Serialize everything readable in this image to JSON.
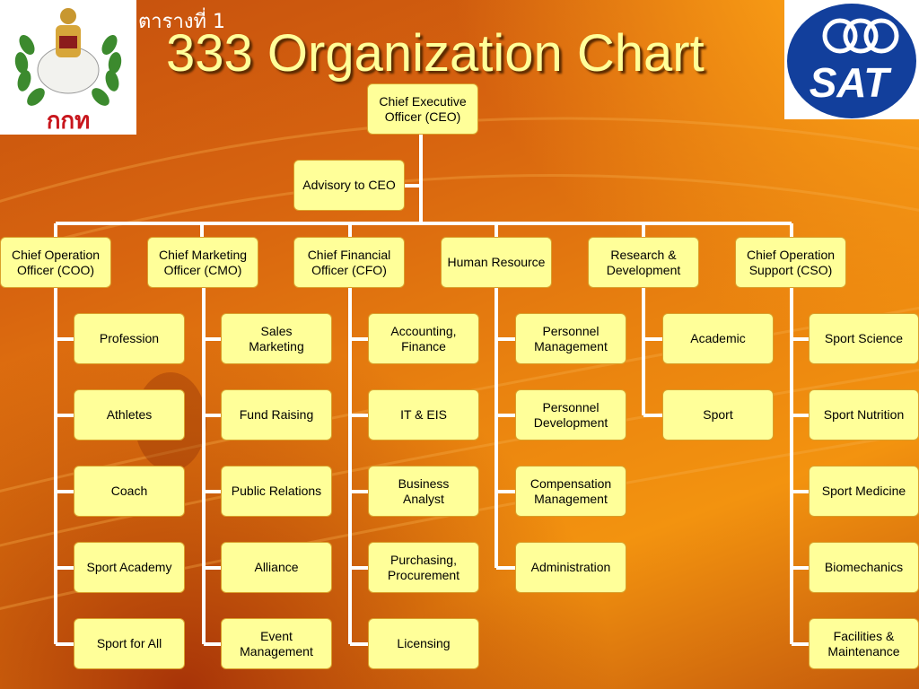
{
  "header": {
    "label": "ตารางที่ 1",
    "title": "333 Organization Chart"
  },
  "logos": {
    "left_text": "กกท",
    "right_text": "SAT"
  },
  "colors": {
    "box_fill": "#ffff99",
    "connector": "#ffffff",
    "title": "#ffff99",
    "logo_blue": "#123f9c",
    "logo_red": "#c8161d"
  },
  "org": {
    "ceo": "Chief Executive\nOfficer (CEO)",
    "advisory": "Advisory to CEO",
    "divisions": [
      {
        "head": "Chief Operation\nOfficer (COO)",
        "units": [
          "Profession",
          "Athletes",
          "Coach",
          "Sport Academy",
          "Sport for All"
        ]
      },
      {
        "head": "Chief Marketing\nOfficer (CMO)",
        "units": [
          "Sales\nMarketing",
          "Fund Raising",
          "Public Relations",
          "Alliance",
          "Event\nManagement"
        ]
      },
      {
        "head": "Chief Financial\nOfficer (CFO)",
        "units": [
          "Accounting,\nFinance",
          "IT & EIS",
          "Business\nAnalyst",
          "Purchasing,\nProcurement",
          "Licensing"
        ]
      },
      {
        "head": "Human Resource",
        "units": [
          "Personnel\nManagement",
          "Personnel\nDevelopment",
          "Compensation\nManagement",
          "Administration"
        ]
      },
      {
        "head": "Research &\nDevelopment",
        "units": [
          "Academic",
          "Sport"
        ]
      },
      {
        "head": "Chief Operation\nSupport (CSO)",
        "units": [
          "Sport Science",
          "Sport Nutrition",
          "Sport Medicine",
          "Biomechanics",
          "Facilities &\nMaintenance"
        ]
      }
    ]
  }
}
